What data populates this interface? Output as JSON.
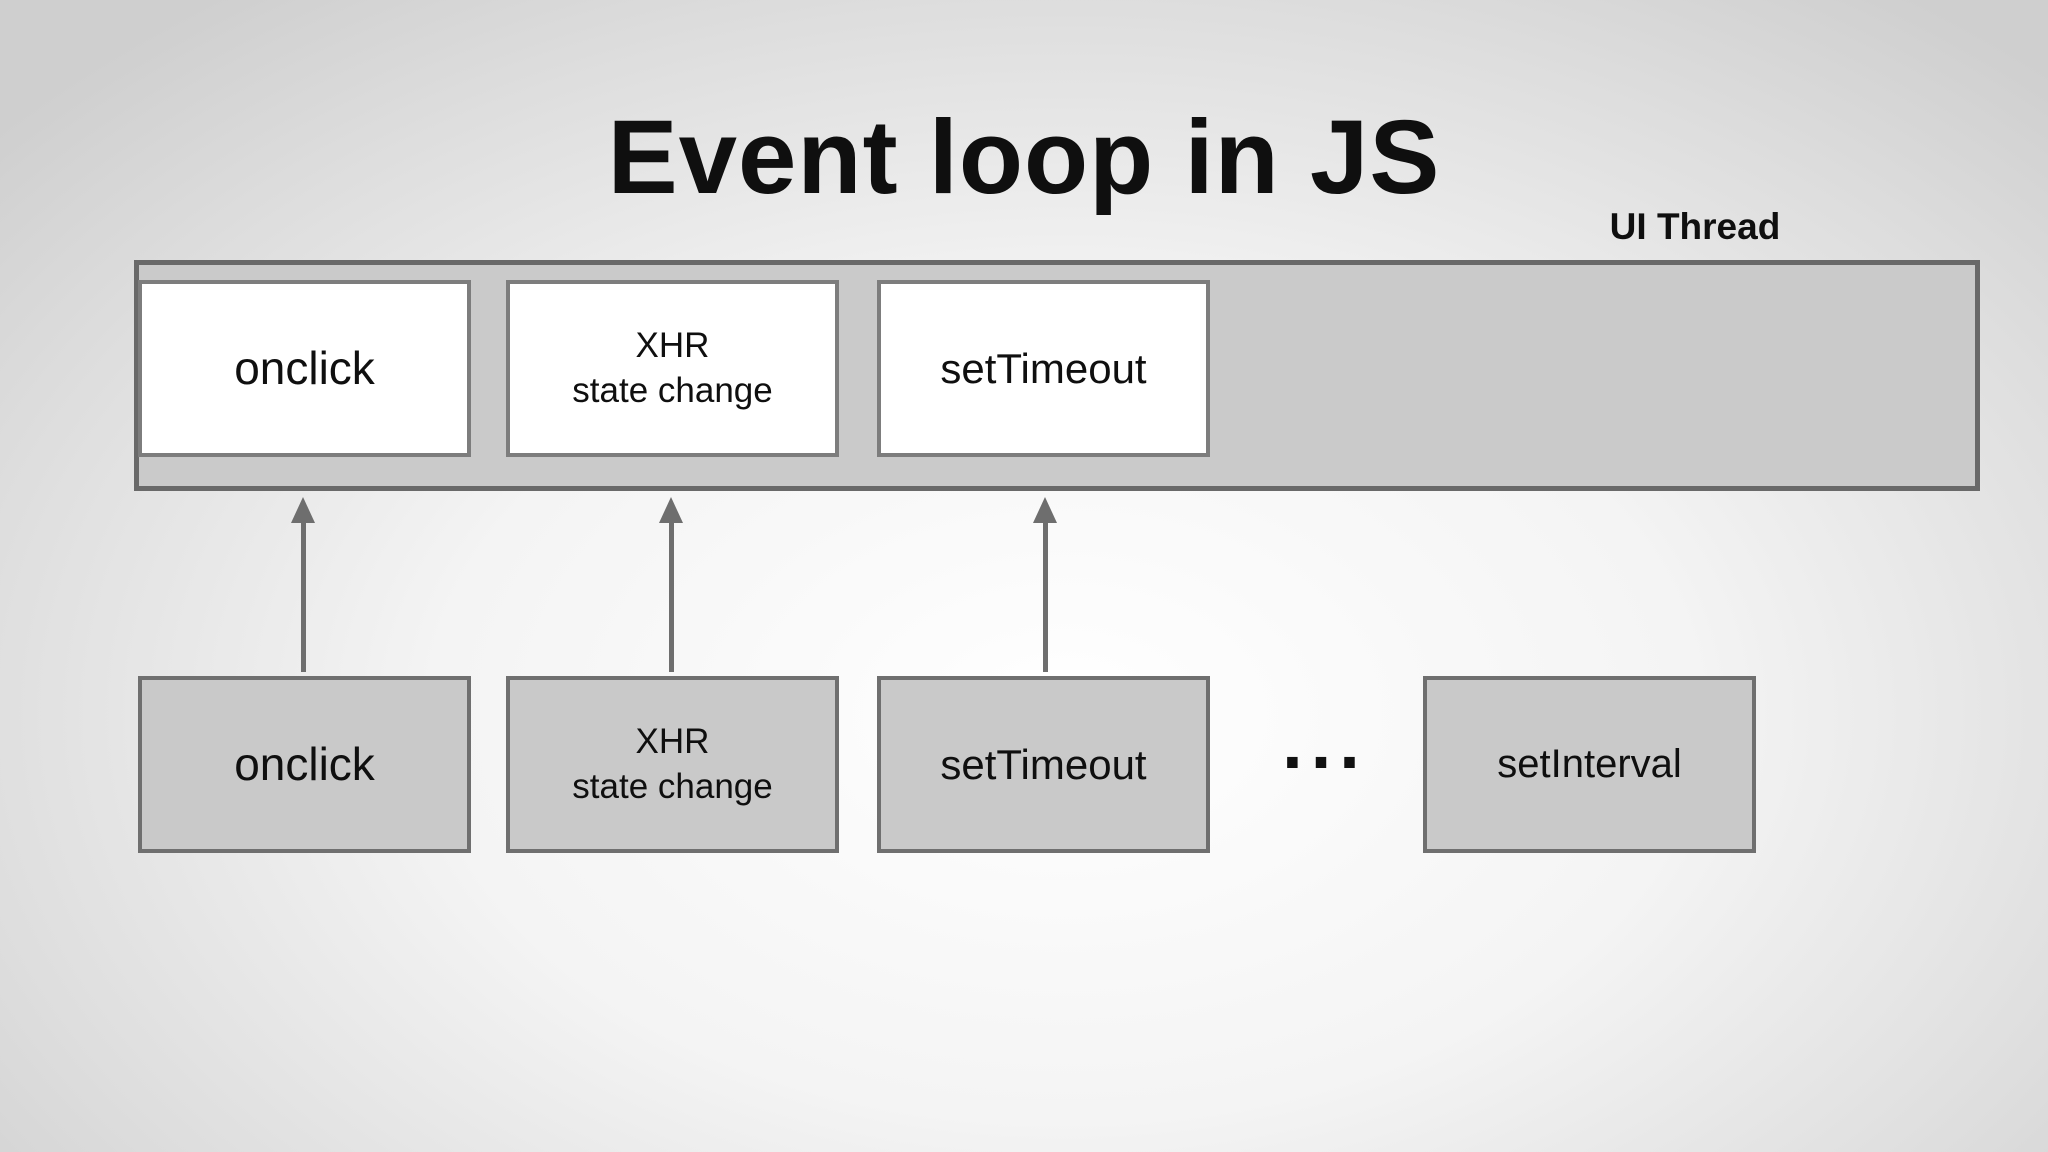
{
  "slide": {
    "title": "Event loop in JS",
    "ui_thread": {
      "label": "UI Thread",
      "queue": [
        {
          "label": "onclick"
        },
        {
          "label": "XHR\nstate change"
        },
        {
          "label": "setTimeout"
        }
      ]
    },
    "sources": [
      {
        "label": "onclick"
      },
      {
        "label": "XHR\nstate change"
      },
      {
        "label": "setTimeout"
      },
      {
        "label": "setInterval"
      }
    ],
    "ellipsis": "...",
    "colors": {
      "background_center": "#ffffff",
      "background_edge": "#cfcfcf",
      "bar_fill": "#cacaca",
      "bar_border": "#696969",
      "queue_box_fill": "#ffffff",
      "queue_box_border": "#7d7d7d",
      "source_box_fill": "#c9c9c9",
      "source_box_border": "#6f6f6f",
      "arrow": "#6e6e6e",
      "text": "#0f0f0f"
    }
  }
}
